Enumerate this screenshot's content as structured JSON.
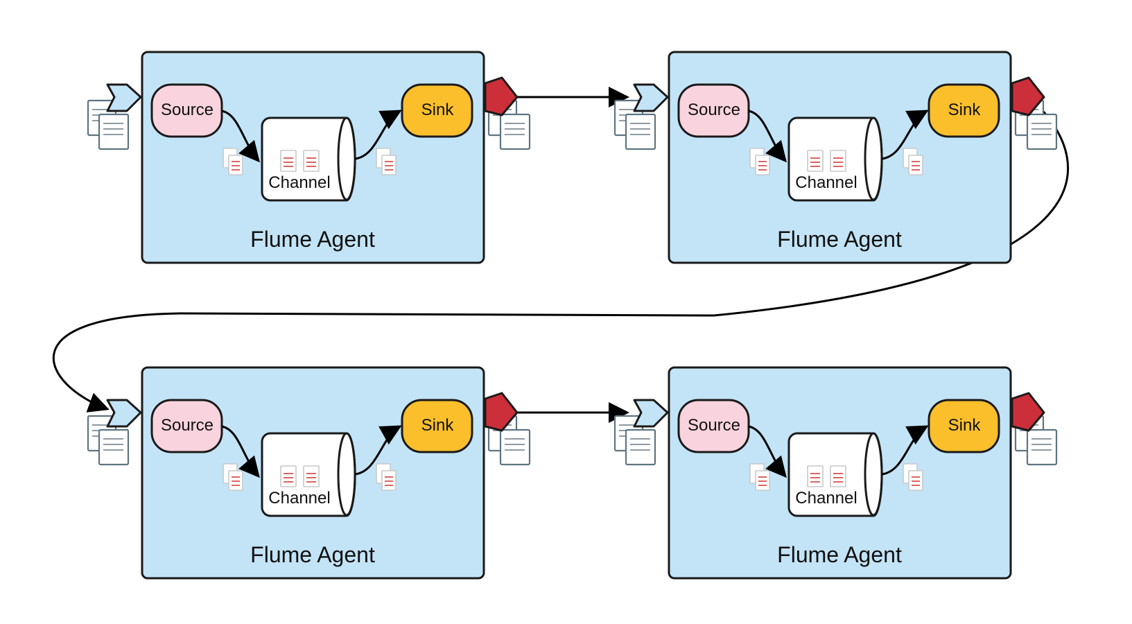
{
  "diagram": {
    "agents": [
      {
        "title": "Flume Agent",
        "source": "Source",
        "channel": "Channel",
        "sink": "Sink"
      },
      {
        "title": "Flume Agent",
        "source": "Source",
        "channel": "Channel",
        "sink": "Sink"
      },
      {
        "title": "Flume Agent",
        "source": "Source",
        "channel": "Channel",
        "sink": "Sink"
      },
      {
        "title": "Flume Agent",
        "source": "Source",
        "channel": "Channel",
        "sink": "Sink"
      }
    ],
    "colors": {
      "agent_fill": "#c3e4f7",
      "source_fill": "#f9d3de",
      "sink_fill": "#fbbf2c",
      "channel_fill": "#ffffff",
      "input_port": "#c3e4f7",
      "output_port": "#cc2f3a"
    },
    "icons": [
      "document-stack-icon",
      "event-file-icon",
      "input-port-icon",
      "output-port-icon"
    ]
  }
}
